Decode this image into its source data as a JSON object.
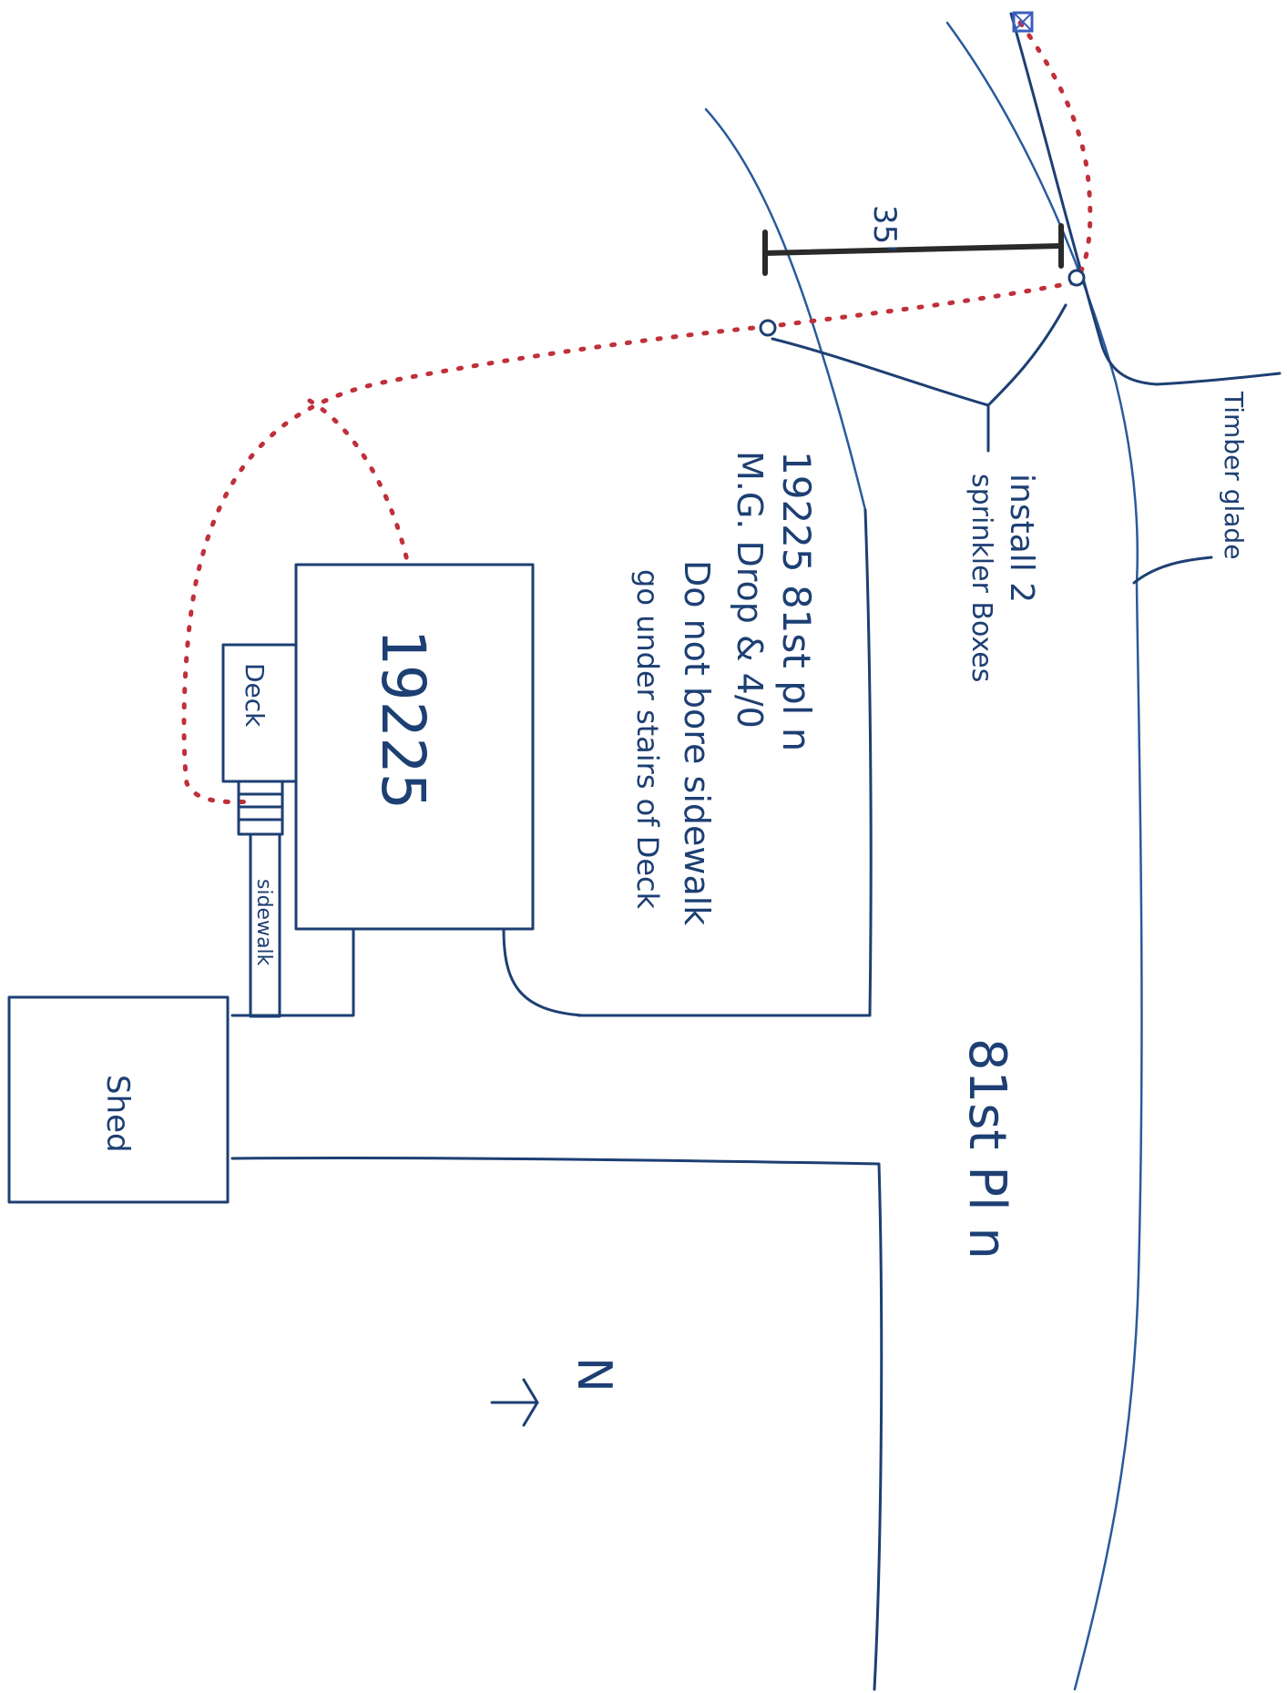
{
  "labels": {
    "dimension": "35'",
    "street_top": "Timber glade",
    "street_right": "81st Pl n",
    "house_number": "19225",
    "address": "19225 81st pl n",
    "notes_line1": "M.G. Drop & 4/0",
    "notes_line2": "Do not bore sidewalk",
    "notes_line3": "go under stairs of Deck",
    "sprinkler_line1": "install 2",
    "sprinkler_line2": "sprinkler Boxes",
    "deck": "Deck",
    "sidewalk": "sidewalk",
    "shed": "Shed",
    "north": "N"
  },
  "colors": {
    "ink": "#1d3f73",
    "route": "#c0303a",
    "dimension_bar": "#2a2a2a"
  }
}
